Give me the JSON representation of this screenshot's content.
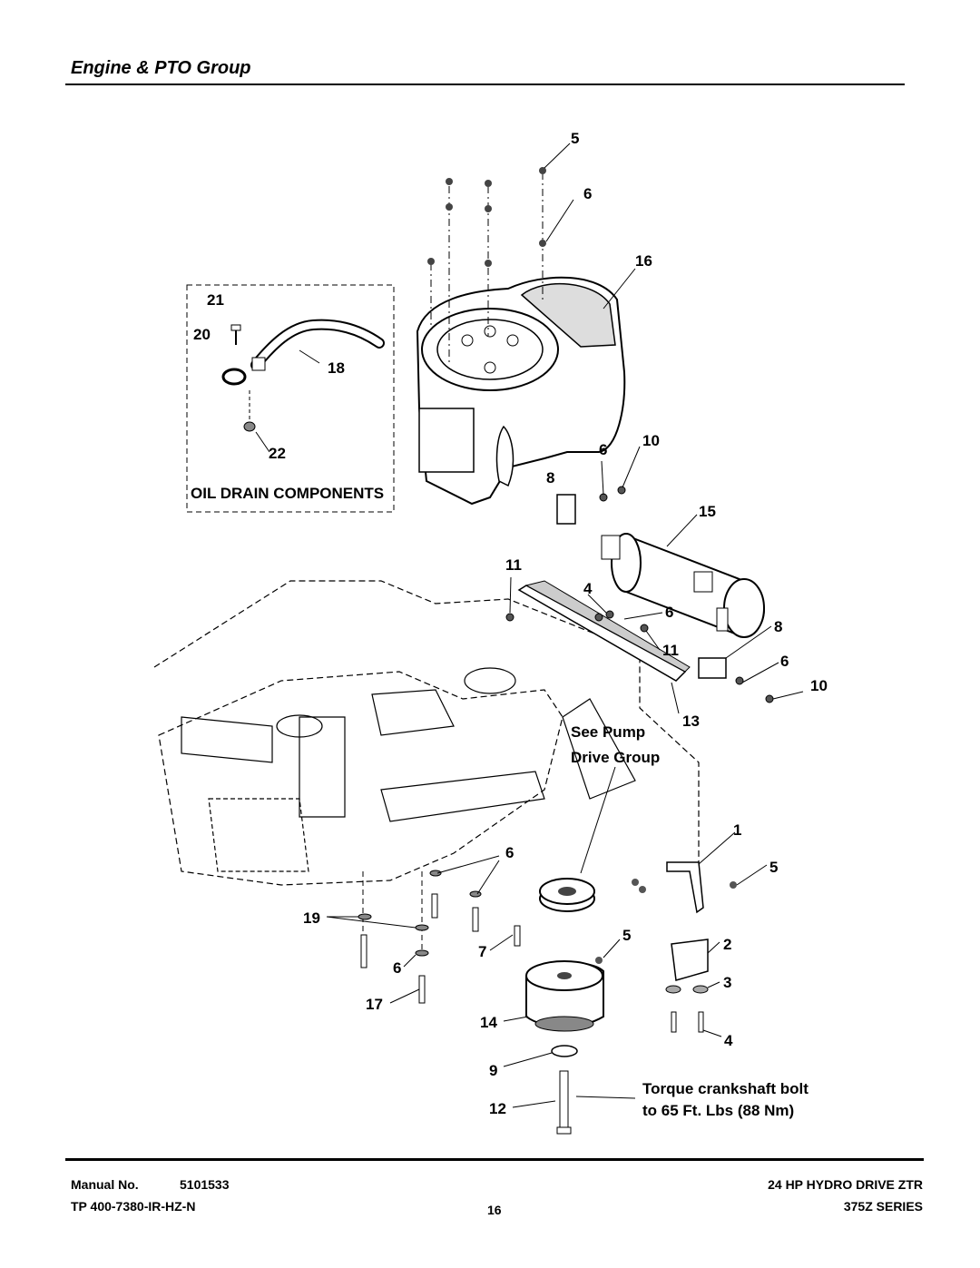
{
  "page": {
    "title": "Engine & PTO Group"
  },
  "inset": {
    "label": "OIL DRAIN COMPONENTS"
  },
  "notes": {
    "see_pump_line1": "See Pump",
    "see_pump_line2": "Drive Group",
    "torque_line1": "Torque crankshaft bolt",
    "torque_line2": "to 65 Ft. Lbs (88 Nm)"
  },
  "callouts": [
    "5",
    "6",
    "16",
    "21",
    "20",
    "18",
    "22",
    "6",
    "10",
    "8",
    "15",
    "11",
    "4",
    "6",
    "11",
    "8",
    "6",
    "10",
    "13",
    "6",
    "1",
    "5",
    "19",
    "7",
    "5",
    "2",
    "6",
    "3",
    "17",
    "14",
    "4",
    "9",
    "12"
  ],
  "footer": {
    "manual_label": "Manual No.",
    "manual_number": "5101533",
    "tp_number": "TP 400-7380-IR-HZ-N",
    "page_number": "16",
    "model_line1": "24 HP HYDRO DRIVE ZTR",
    "model_line2": "375Z SERIES"
  }
}
